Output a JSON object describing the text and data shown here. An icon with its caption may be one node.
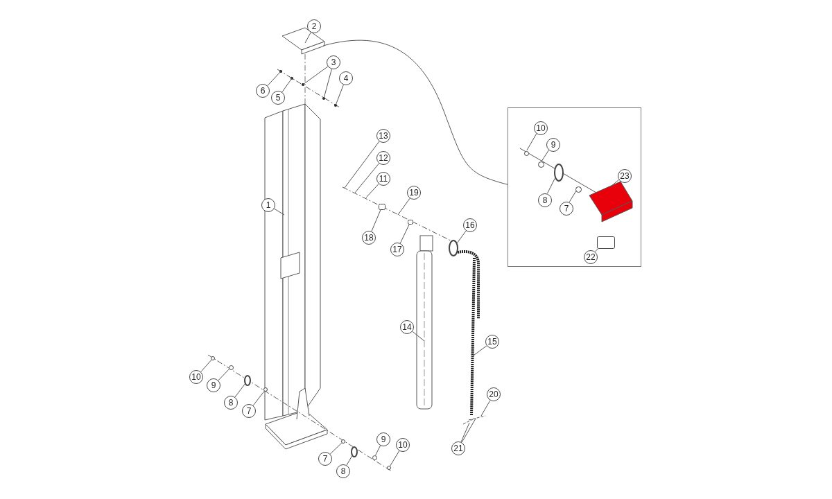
{
  "diagram": {
    "nodes": [
      {
        "text": [
          "2"
        ]
      },
      {
        "text": [
          "3"
        ]
      },
      {
        "text": [
          "4"
        ]
      },
      {
        "text": [
          "6"
        ]
      },
      {
        "text": [
          "5"
        ]
      },
      {
        "text": [],
        "shape": "box"
      },
      {
        "text": [
          "10"
        ],
        "in": 5
      },
      {
        "text": [
          "13"
        ]
      },
      {
        "text": [
          "9"
        ],
        "in": 5
      },
      {
        "text": [
          "12"
        ]
      },
      {
        "text": [
          "23"
        ],
        "in": 5
      },
      {
        "text": [
          "11"
        ]
      },
      {
        "text": [
          "19"
        ]
      },
      {
        "text": [
          "8"
        ],
        "in": 5
      },
      {
        "text": [
          "1"
        ]
      },
      {
        "text": [
          "7"
        ],
        "in": 5
      },
      {
        "text": [
          "16"
        ]
      },
      {
        "text": [
          "18"
        ]
      },
      {
        "text": [
          "17"
        ]
      },
      {
        "text": [
          "22"
        ],
        "in": 5
      },
      {
        "text": [
          "14"
        ]
      },
      {
        "text": [
          "15"
        ]
      },
      {
        "text": [
          "10"
        ]
      },
      {
        "text": [
          "9"
        ]
      },
      {
        "text": [
          "20"
        ]
      },
      {
        "text": [
          "8"
        ]
      },
      {
        "text": [
          "7"
        ]
      },
      {
        "text": [
          "9"
        ]
      },
      {
        "text": [
          "10"
        ]
      },
      {
        "text": [
          "21"
        ]
      },
      {
        "text": [
          "7"
        ]
      },
      {
        "text": [
          "8"
        ]
      },
      {
        "text": [],
        "shape": "circle",
        "in": 5
      },
      {
        "text": [],
        "shape": "circle",
        "in": 5
      },
      {
        "text": [],
        "shape": "circle",
        "in": 5
      },
      {
        "text": [],
        "shape": "circle",
        "in": 5
      },
      {
        "text": [],
        "shape": "circle"
      },
      {
        "text": [],
        "shape": "box"
      },
      {
        "text": [],
        "shape": "box"
      },
      {
        "text": [],
        "shape": "box",
        "in": 5
      },
      {
        "text": [],
        "shape": "circle"
      },
      {
        "text": [],
        "shape": "circle"
      },
      {
        "text": [],
        "shape": "circle"
      },
      {
        "text": [],
        "shape": "circle"
      },
      {
        "text": [],
        "shape": "circle"
      },
      {
        "text": [],
        "shape": "circle"
      },
      {
        "text": [],
        "shape": "circle"
      },
      {
        "text": [],
        "shape": "circle"
      }
    ],
    "edges": [
      {
        "from": 0,
        "to": null,
        "arrow": "none"
      },
      {
        "from": 1,
        "to": null,
        "arrow": "none"
      },
      {
        "from": 1,
        "to": null,
        "arrow": "none"
      },
      {
        "from": 2,
        "to": null,
        "arrow": "none"
      },
      {
        "from": 3,
        "to": null,
        "arrow": "none"
      },
      {
        "from": 4,
        "to": null,
        "arrow": "none"
      },
      {
        "from": null,
        "to": 5,
        "arrow": "none"
      },
      {
        "from": 6,
        "to": 32,
        "arrow": "none"
      },
      {
        "from": 7,
        "to": null,
        "arrow": "none"
      },
      {
        "from": 8,
        "to": 33,
        "arrow": "none"
      },
      {
        "from": 9,
        "to": null,
        "arrow": "none"
      },
      {
        "from": 10,
        "to": null,
        "arrow": "none"
      },
      {
        "from": 11,
        "to": null,
        "arrow": "none"
      },
      {
        "from": 12,
        "to": null,
        "arrow": "none"
      },
      {
        "from": 13,
        "to": 34,
        "arrow": "none"
      },
      {
        "from": 14,
        "to": null,
        "arrow": "none"
      },
      {
        "from": 15,
        "to": 35,
        "arrow": "none"
      },
      {
        "from": 16,
        "to": 36,
        "arrow": "none"
      },
      {
        "from": 17,
        "to": 37,
        "arrow": "none"
      },
      {
        "from": 18,
        "to": 38,
        "arrow": "none"
      },
      {
        "from": 19,
        "to": 39,
        "arrow": "none"
      },
      {
        "from": 20,
        "to": null,
        "arrow": "none"
      },
      {
        "from": 21,
        "to": null,
        "arrow": "none"
      },
      {
        "from": 22,
        "to": 40,
        "arrow": "none"
      },
      {
        "from": 23,
        "to": 41,
        "arrow": "none"
      },
      {
        "from": 24,
        "to": null,
        "arrow": "none"
      },
      {
        "from": 25,
        "to": 42,
        "arrow": "none"
      },
      {
        "from": 26,
        "to": 43,
        "arrow": "none"
      },
      {
        "from": 27,
        "to": 46,
        "arrow": "none"
      },
      {
        "from": 28,
        "to": 47,
        "arrow": "none"
      },
      {
        "from": 29,
        "to": null,
        "arrow": "none"
      },
      {
        "from": 29,
        "to": null,
        "arrow": "none"
      },
      {
        "from": 30,
        "to": 44,
        "arrow": "none"
      },
      {
        "from": 31,
        "to": 45,
        "arrow": "none"
      }
    ]
  }
}
